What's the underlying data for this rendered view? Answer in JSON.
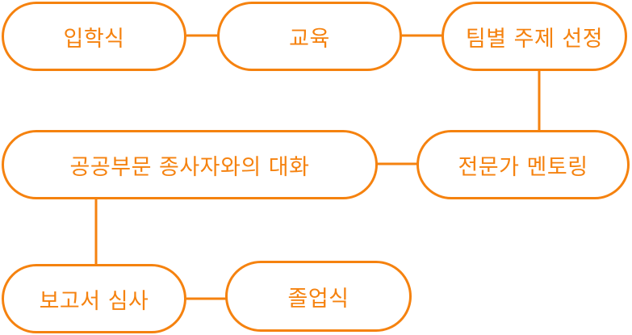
{
  "colors": {
    "accent": "#f5820f",
    "background": "#ffffff"
  },
  "steps": [
    {
      "id": "entrance",
      "label": "입학식"
    },
    {
      "id": "education",
      "label": "교육"
    },
    {
      "id": "topic",
      "label": "팀별 주제 선정"
    },
    {
      "id": "mentoring",
      "label": "전문가 멘토링"
    },
    {
      "id": "dialogue",
      "label": "공공부문 종사자와의 대화"
    },
    {
      "id": "report",
      "label": "보고서 심사"
    },
    {
      "id": "graduation",
      "label": "졸업식"
    }
  ]
}
